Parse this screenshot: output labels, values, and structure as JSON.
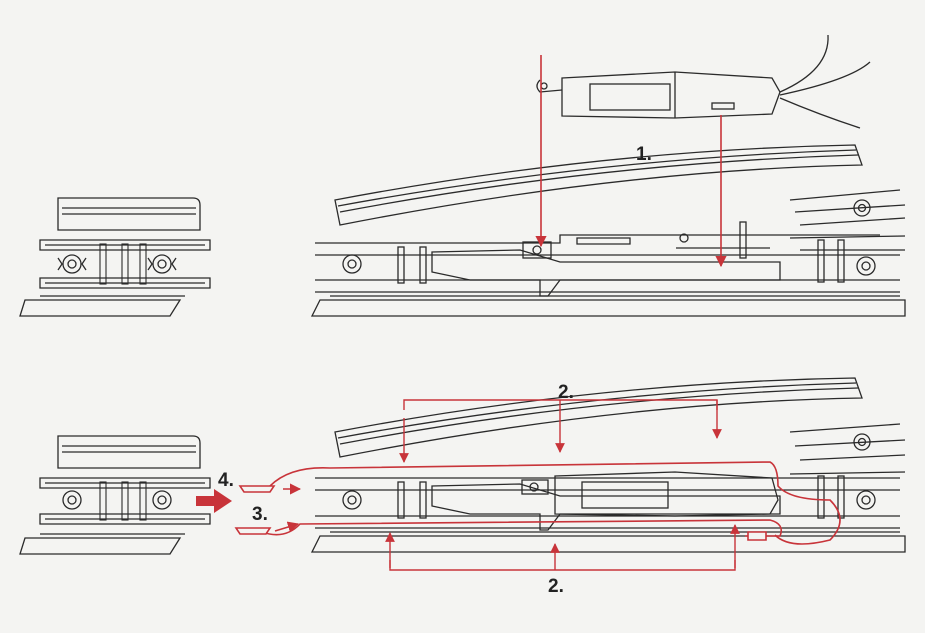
{
  "steps": {
    "step1": "1.",
    "step2_top": "2.",
    "step2_bottom": "2.",
    "step3": "3.",
    "step4": "4."
  },
  "colors": {
    "line": "#2b2b2b",
    "accent_red": "#c8343a",
    "background": "#f4f4f2"
  },
  "icons": {
    "connector_arrow": "thick-red-arrow",
    "wire_bundle": "cable-wires"
  }
}
